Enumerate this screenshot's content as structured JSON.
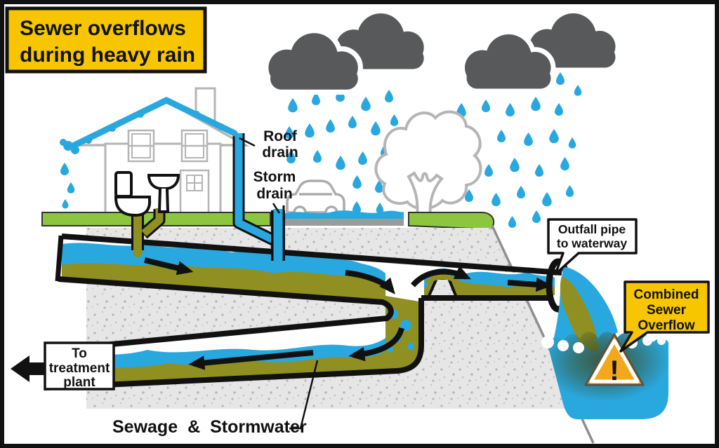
{
  "title": {
    "line1": "Sewer overflows",
    "line2": "during heavy rain"
  },
  "labels": {
    "roof_drain": {
      "line1": "Roof",
      "line2": "drain"
    },
    "storm_drain": {
      "line1": "Storm",
      "line2": "drain"
    },
    "outfall": {
      "line1": "Outfall pipe",
      "line2": "to waterway"
    },
    "cso": {
      "line1": "Combined",
      "line2": "Sewer",
      "line3": "Overflow"
    },
    "treatment": {
      "line1": "To",
      "line2": "treatment",
      "line3": "plant"
    },
    "legend": {
      "sewage": "Sewage",
      "amp": "&",
      "stormwater": "Stormwater"
    },
    "warning_mark": "!"
  },
  "colors": {
    "box_yellow": "#F7C600",
    "warning_yellow": "#F2A71D",
    "stormwater_blue": "#29A8E0",
    "sewage_olive": "#8F8F22",
    "grass_green": "#8CC63E",
    "cloud_gray": "#58595B",
    "soil_gray": "#E6E6E6",
    "street_gray": "#9B9B9B",
    "outline_gray": "#B5B5B5",
    "ink": "#111111"
  },
  "rain": {
    "drops": [
      [
        408,
        140,
        0.9
      ],
      [
        442,
        132,
        0.8
      ],
      [
        476,
        126,
        0.85
      ],
      [
        512,
        138,
        0.9
      ],
      [
        546,
        128,
        0.8
      ],
      [
        404,
        180,
        0.8
      ],
      [
        432,
        176,
        0.9
      ],
      [
        462,
        170,
        0.85
      ],
      [
        494,
        165,
        0.8
      ],
      [
        526,
        173,
        0.9
      ],
      [
        554,
        163,
        0.75
      ],
      [
        406,
        214,
        0.85
      ],
      [
        444,
        214,
        0.8
      ],
      [
        476,
        222,
        0.9
      ],
      [
        508,
        216,
        0.85
      ],
      [
        540,
        206,
        0.8
      ],
      [
        500,
        250,
        0.85
      ],
      [
        532,
        257,
        0.8
      ],
      [
        500,
        287,
        0.8
      ],
      [
        534,
        289,
        0.7
      ],
      [
        790,
        103,
        0.8
      ],
      [
        816,
        121,
        0.7
      ],
      [
        648,
        147,
        0.9
      ],
      [
        684,
        142,
        0.8
      ],
      [
        718,
        147,
        0.85
      ],
      [
        754,
        138,
        0.9
      ],
      [
        788,
        147,
        0.8
      ],
      [
        634,
        189,
        0.8
      ],
      [
        670,
        194,
        0.9
      ],
      [
        706,
        185,
        0.8
      ],
      [
        744,
        189,
        0.85
      ],
      [
        780,
        184,
        0.9
      ],
      [
        808,
        196,
        0.7
      ],
      [
        648,
        229,
        0.85
      ],
      [
        688,
        234,
        0.8
      ],
      [
        724,
        225,
        0.9
      ],
      [
        760,
        234,
        0.8
      ],
      [
        796,
        224,
        0.85
      ],
      [
        660,
        270,
        0.8
      ],
      [
        698,
        275,
        0.85
      ],
      [
        734,
        265,
        0.8
      ],
      [
        770,
        274,
        0.9
      ],
      [
        804,
        264,
        0.75
      ],
      [
        688,
        304,
        0.8
      ],
      [
        722,
        308,
        0.75
      ],
      [
        756,
        300,
        0.8
      ]
    ]
  }
}
